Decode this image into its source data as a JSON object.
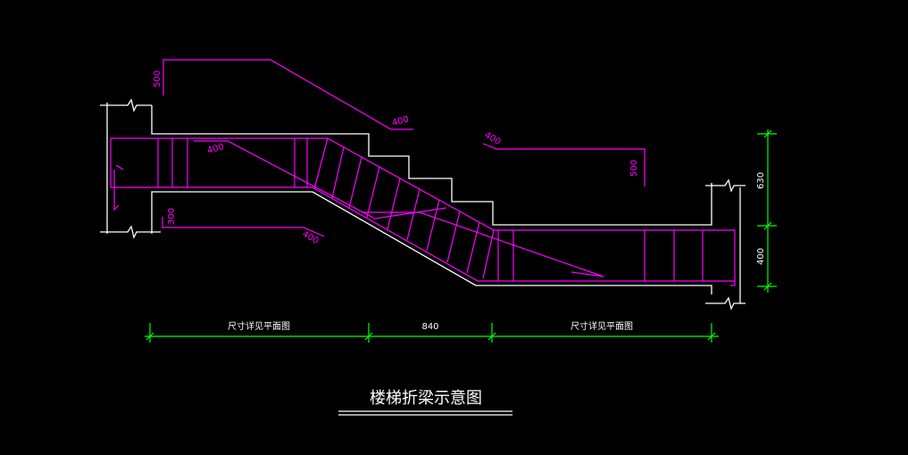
{
  "title": "楼梯折梁示意图",
  "dimensions": {
    "bottom": {
      "left_span": "尺寸详见平面图",
      "middle_span": "840",
      "right_span": "尺寸详见平面图"
    },
    "right": {
      "upper": "630",
      "lower": "400"
    }
  },
  "rebar_labels": {
    "top_left_vertical": "500",
    "top_left_bend": "400",
    "inner_top": "400",
    "right_top_bend": "400",
    "right_top_vertical": "500",
    "bottom_left_vertical": "300",
    "bottom_left_bend": "400"
  },
  "colors": {
    "background": "#000000",
    "outline": "#ffffff",
    "rebar": "#ff00ff",
    "dimension": "#00ff00",
    "title": "#ffffff"
  }
}
